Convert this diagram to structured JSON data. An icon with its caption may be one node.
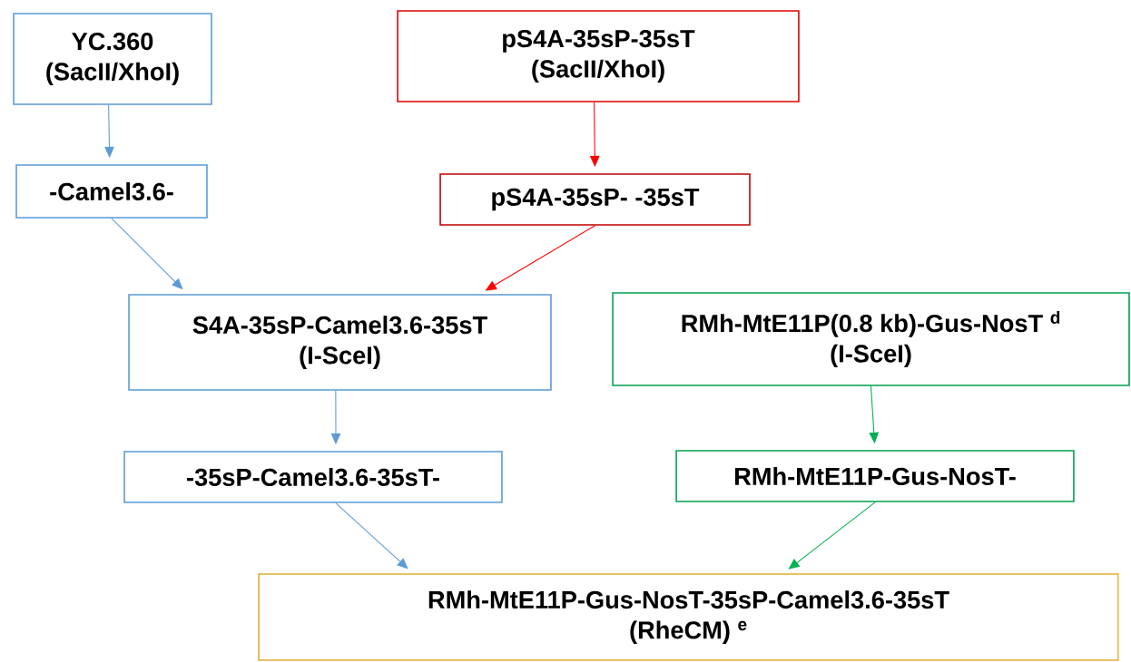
{
  "diagram": {
    "nodes": [
      {
        "text": [
          "YC.360",
          "(SacII/XhoI)"
        ]
      },
      {
        "text": [
          "pS4A-35sP-35sT",
          "(SacII/XhoI)"
        ]
      },
      {
        "text": [
          "-Camel3.6-"
        ]
      },
      {
        "text": [
          "pS4A-35sP- -35sT"
        ]
      },
      {
        "text": [
          "S4A-35sP-Camel3.6-35sT",
          "(I-SceI)"
        ]
      },
      {
        "text": [
          "RMh-MtE11P(0.8 kb)-Gus-NosT $^{d}$",
          "(I-SceI)"
        ]
      },
      {
        "text": [
          "-35sP-Camel3.6-35sT-"
        ]
      },
      {
        "text": [
          "RMh-MtE11P-Gus-NosT-"
        ]
      },
      {
        "text": [
          "RMh-MtE11P-Gus-NosT-35sP-Camel3.6-35sT",
          "(RheCM) $^{e}$"
        ]
      }
    ],
    "edges": [
      {
        "from": 0,
        "to": 2,
        "arrow": "to"
      },
      {
        "from": 1,
        "to": 3,
        "arrow": "to",
        "color": "#ff0000"
      },
      {
        "from": 2,
        "to": 4,
        "arrow": "to"
      },
      {
        "from": 3,
        "to": 4,
        "arrow": "to",
        "color": "#ff0000"
      },
      {
        "from": 4,
        "to": 6,
        "arrow": "to"
      },
      {
        "from": 5,
        "to": 7,
        "arrow": "to",
        "color": "#00b050"
      },
      {
        "from": 6,
        "to": 8,
        "arrow": "to"
      },
      {
        "from": 7,
        "to": 8,
        "arrow": "to",
        "color": "#00b050"
      }
    ]
  }
}
